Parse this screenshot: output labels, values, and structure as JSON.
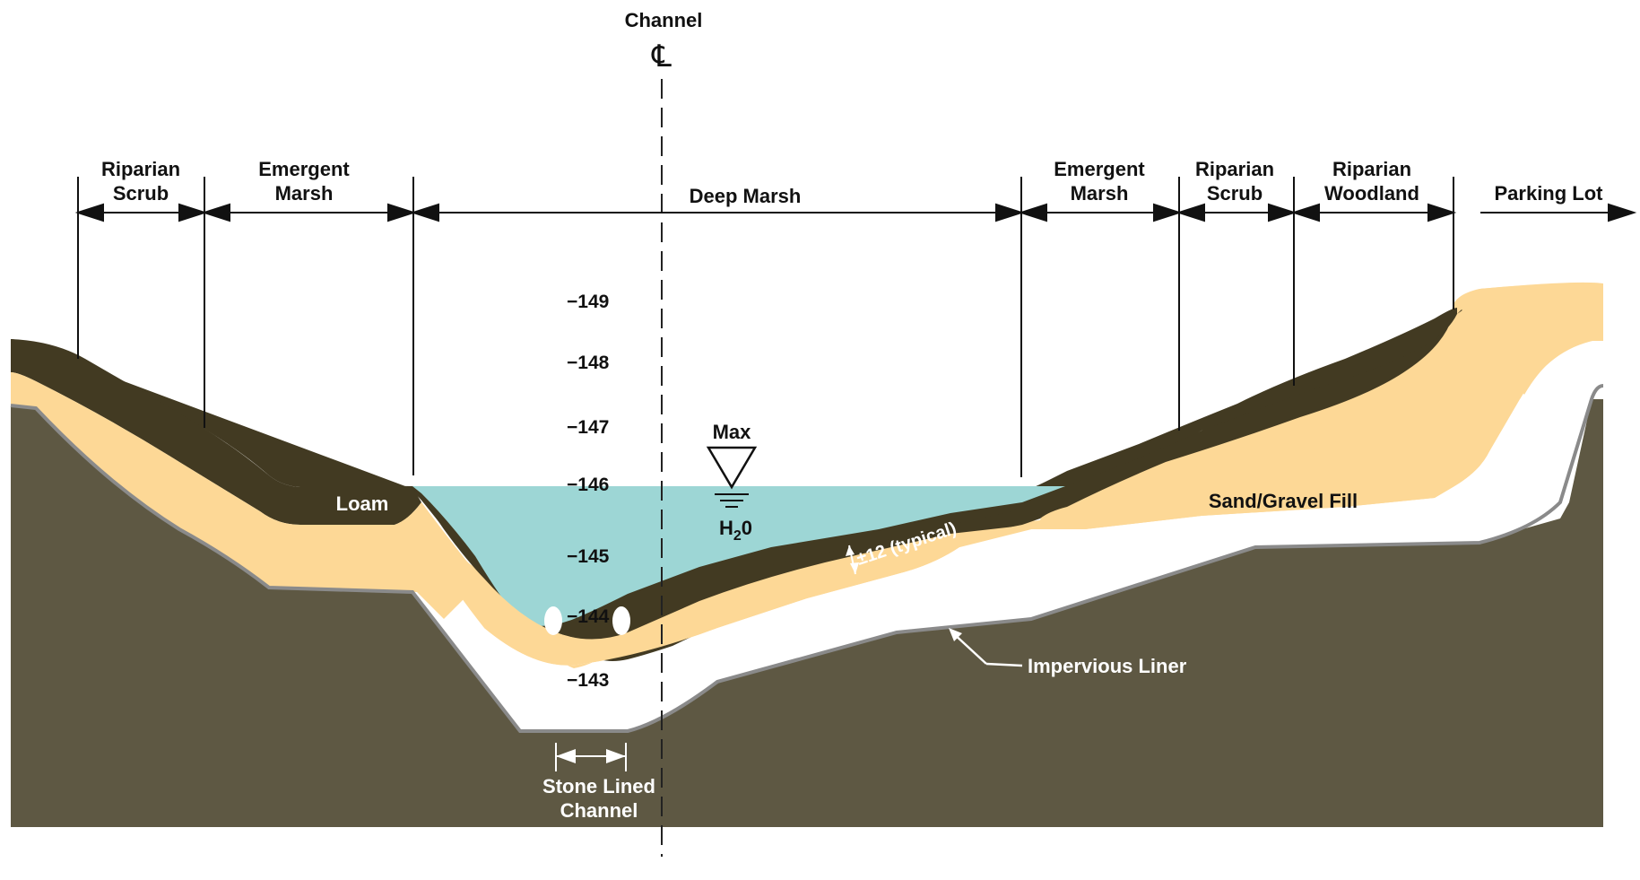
{
  "centerline": {
    "label": "Channel",
    "symbol": "℄"
  },
  "zones": [
    {
      "line1": "Riparian",
      "line2": "Scrub"
    },
    {
      "line1": "Emergent",
      "line2": "Marsh"
    },
    {
      "line1": "",
      "line2": "Deep Marsh"
    },
    {
      "line1": "Emergent",
      "line2": "Marsh"
    },
    {
      "line1": "Riparian",
      "line2": "Scrub"
    },
    {
      "line1": "Riparian",
      "line2": "Woodland"
    },
    {
      "line1": "",
      "line2": "Parking Lot"
    }
  ],
  "elevations": [
    "−149",
    "−148",
    "−147",
    "−146",
    "−145",
    "−144",
    "−143"
  ],
  "water": {
    "label_max": "Max",
    "label_h2o_h": "H",
    "label_h2o_2": "2",
    "label_h2o_0": "0",
    "color": "#9dd6d5"
  },
  "materials": {
    "loam": "Loam",
    "fill": "Sand/Gravel Fill",
    "liner": "Impervious Liner",
    "typical": "±12 (typical)",
    "stone_line1": "Stone Lined",
    "stone_line2": "Channel"
  },
  "colors": {
    "subgrade": "#5e5843",
    "fill": "#fdd896",
    "loam": "#423a22",
    "liner": "#8a8a8a"
  }
}
